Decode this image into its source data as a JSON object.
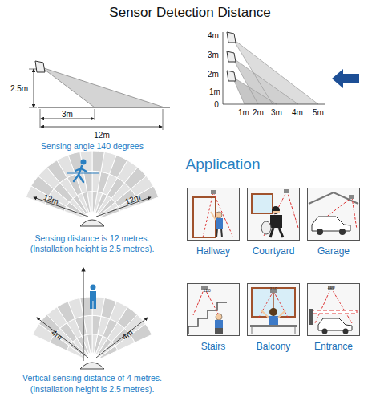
{
  "diagram": {
    "title": "Sensor Detection Distance",
    "nodes": [
      {
        "text": [
          "Hallway"
        ]
      },
      {
        "text": [
          "Courtyard"
        ]
      },
      {
        "text": [
          "Garage"
        ]
      },
      {
        "text": [
          "Stairs"
        ]
      },
      {
        "text": [
          "Balcony"
        ]
      },
      {
        "text": [
          "Entrance"
        ]
      }
    ],
    "labels": [
      "2.5m",
      "3m",
      "12m",
      "4m",
      "3m",
      "2m",
      "1m",
      "0",
      "1m",
      "2m",
      "3m",
      "4m",
      "5m",
      "Sensing angle 140 degrees",
      "12m",
      "12m",
      "Sensing distance is 12 metres.",
      "(Installation height is 2.5 metres).",
      "Application",
      "110",
      "110",
      "110",
      "4m",
      "4m",
      "Vertical sensing distance of 4 metres.",
      "(Installation height is 2.5 metres)."
    ]
  }
}
